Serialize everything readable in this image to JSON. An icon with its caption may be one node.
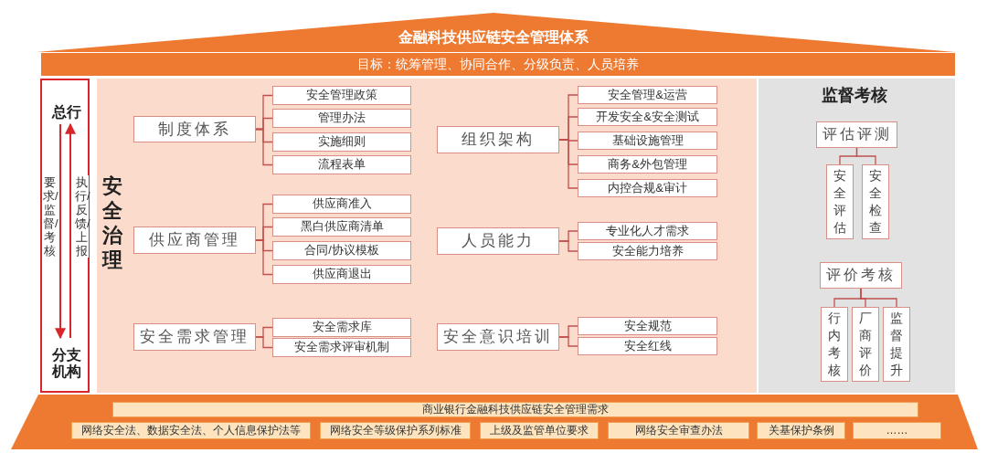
{
  "diagram": {
    "title": "金融科技供应链安全管理体系",
    "nodes": [
      {
        "text": [
          "目标：统筹管理、协同合作、分级负责、人员培养"
        ]
      },
      {
        "text": [],
        "shape": "box"
      },
      {
        "text": [
          "总行"
        ],
        "in": 1
      },
      {
        "text": [
          "分支机构"
        ],
        "in": 1
      },
      {
        "text": [
          "安全治理"
        ]
      },
      {
        "text": [
          "制度体系"
        ],
        "in": 4
      },
      {
        "text": [
          "安全管理政策"
        ],
        "in": 4
      },
      {
        "text": [
          "管理办法"
        ],
        "in": 4
      },
      {
        "text": [
          "实施细则"
        ],
        "in": 4
      },
      {
        "text": [
          "流程表单"
        ],
        "in": 4
      },
      {
        "text": [
          "供应商管理"
        ],
        "in": 4
      },
      {
        "text": [
          "供应商准入"
        ],
        "in": 4
      },
      {
        "text": [
          "黑白供应商清单"
        ],
        "in": 4
      },
      {
        "text": [
          "合同/协议模板"
        ],
        "in": 4
      },
      {
        "text": [
          "供应商退出"
        ],
        "in": 4
      },
      {
        "text": [
          "安全需求管理"
        ],
        "in": 4
      },
      {
        "text": [
          "安全需求库"
        ],
        "in": 4
      },
      {
        "text": [
          "安全需求评审机制"
        ],
        "in": 4
      },
      {
        "text": [
          "组织架构"
        ],
        "in": 4
      },
      {
        "text": [
          "安全管理&运营"
        ],
        "in": 4
      },
      {
        "text": [
          "开发安全&安全测试"
        ],
        "in": 4
      },
      {
        "text": [
          "基础设施管理"
        ],
        "in": 4
      },
      {
        "text": [
          "商务&外包管理"
        ],
        "in": 4
      },
      {
        "text": [
          "内控合规&审计"
        ],
        "in": 4
      },
      {
        "text": [
          "人员能力"
        ],
        "in": 4
      },
      {
        "text": [
          "专业化人才需求"
        ],
        "in": 4
      },
      {
        "text": [
          "安全能力培养"
        ],
        "in": 4
      },
      {
        "text": [
          "安全意识培训"
        ],
        "in": 4
      },
      {
        "text": [
          "安全规范"
        ],
        "in": 4
      },
      {
        "text": [
          "安全红线"
        ],
        "in": 4
      },
      {
        "text": [
          "监督考核"
        ]
      },
      {
        "text": [
          "评估评测"
        ],
        "in": 30
      },
      {
        "text": [
          "安全评估"
        ],
        "in": 30
      },
      {
        "text": [
          "安全检查"
        ],
        "in": 30
      },
      {
        "text": [
          "评价考核"
        ],
        "in": 30
      },
      {
        "text": [
          "行内考核"
        ],
        "in": 30
      },
      {
        "text": [
          "厂商评价"
        ],
        "in": 30
      },
      {
        "text": [
          "监督提升"
        ],
        "in": 30
      },
      {
        "text": [],
        "shape": "band"
      },
      {
        "text": [
          "商业银行金融科技供应链安全管理需求"
        ],
        "in": 38
      },
      {
        "text": [
          "网络安全法、数据安全法、个人信息保护法等"
        ],
        "in": 38
      },
      {
        "text": [
          "网络安全等级保护系列标准"
        ],
        "in": 38
      },
      {
        "text": [
          "上级及监管单位要求"
        ],
        "in": 38
      },
      {
        "text": [
          "网络安全审查办法"
        ],
        "in": 38
      },
      {
        "text": [
          "关基保护条例"
        ],
        "in": 38
      },
      {
        "text": [
          "……"
        ],
        "in": 38
      }
    ],
    "edges": [
      {
        "from": 2,
        "to": 3,
        "arrow": "to",
        "label": "要求/监督/考核"
      },
      {
        "from": 3,
        "to": 2,
        "arrow": "to",
        "label": "执行/反馈/上报"
      },
      {
        "from": 5,
        "to": 6,
        "arrow": "none"
      },
      {
        "from": 5,
        "to": 7,
        "arrow": "none"
      },
      {
        "from": 5,
        "to": 8,
        "arrow": "none"
      },
      {
        "from": 5,
        "to": 9,
        "arrow": "none"
      },
      {
        "from": 10,
        "to": 11,
        "arrow": "none"
      },
      {
        "from": 10,
        "to": 12,
        "arrow": "none"
      },
      {
        "from": 10,
        "to": 13,
        "arrow": "none"
      },
      {
        "from": 10,
        "to": 14,
        "arrow": "none"
      },
      {
        "from": 15,
        "to": 16,
        "arrow": "none"
      },
      {
        "from": 15,
        "to": 17,
        "arrow": "none"
      },
      {
        "from": 18,
        "to": 19,
        "arrow": "none"
      },
      {
        "from": 18,
        "to": 20,
        "arrow": "none"
      },
      {
        "from": 18,
        "to": 21,
        "arrow": "none"
      },
      {
        "from": 18,
        "to": 22,
        "arrow": "none"
      },
      {
        "from": 18,
        "to": 23,
        "arrow": "none"
      },
      {
        "from": 24,
        "to": 25,
        "arrow": "none"
      },
      {
        "from": 24,
        "to": 26,
        "arrow": "none"
      },
      {
        "from": 27,
        "to": 28,
        "arrow": "none"
      },
      {
        "from": 27,
        "to": 29,
        "arrow": "none"
      },
      {
        "from": 31,
        "to": 32,
        "arrow": "none"
      },
      {
        "from": 31,
        "to": 33,
        "arrow": "none"
      },
      {
        "from": 34,
        "to": 35,
        "arrow": "none"
      },
      {
        "from": 34,
        "to": 36,
        "arrow": "none"
      },
      {
        "from": 34,
        "to": 37,
        "arrow": "none"
      }
    ]
  }
}
